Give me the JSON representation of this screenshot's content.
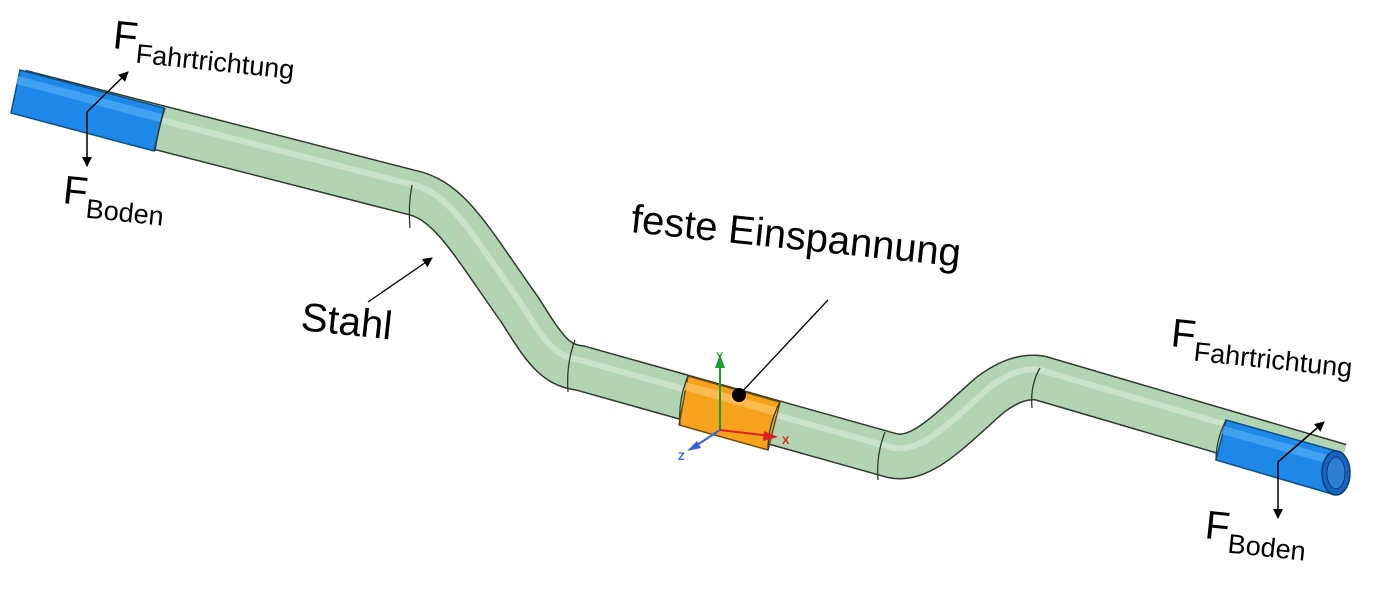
{
  "colors": {
    "tube_main": "#b3d4b3",
    "tube_edge": "#2f3a2f",
    "load_section": "#1e90f0",
    "clamp_section": "#f7a21c",
    "axis_x": "#e02020",
    "axis_y": "#1f9d2a",
    "axis_z": "#3a5ee0"
  },
  "labels": {
    "force_main": "F",
    "fahrtrichtung_sub": "Fahrtrichtung",
    "boden_sub": "Boden",
    "material": "Stahl",
    "support": "feste Einspannung"
  },
  "axes": {
    "x": "X",
    "y": "Y",
    "z": "Z"
  }
}
